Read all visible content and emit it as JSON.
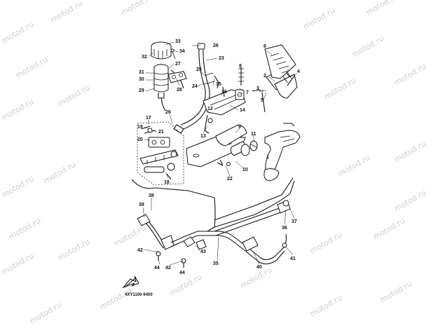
{
  "watermark": "motod.ru",
  "reference_code": "4XY1100-9400",
  "icons": {
    "front_arrow": "front-direction-arrow-icon"
  },
  "parts": {
    "p1": "1",
    "p2": "2",
    "p3": "3",
    "p4": "4",
    "p5": "5",
    "p6": "6",
    "p7": "7",
    "p8": "8",
    "p9": "9",
    "p10": "10",
    "p11": "11",
    "p12": "12",
    "p13": "13",
    "p14": "14",
    "p15": "15",
    "p16": "16",
    "p17": "17",
    "p18": "18",
    "p19": "19",
    "p20": "20",
    "p21": "21",
    "p22": "22",
    "p23": "23",
    "p24": "24",
    "p25": "25",
    "p26a": "26",
    "p26b": "26",
    "p27": "27",
    "p28": "28",
    "p29": "29",
    "p30": "30",
    "p31": "31",
    "p32": "32",
    "p33": "33",
    "p34": "34",
    "p35": "35",
    "p36": "36",
    "p37": "37",
    "p38": "38",
    "p39": "39",
    "p40": "40",
    "p41": "41",
    "p42a": "42",
    "p42b": "42",
    "p43": "43",
    "p44a": "44",
    "p44b": "44"
  }
}
